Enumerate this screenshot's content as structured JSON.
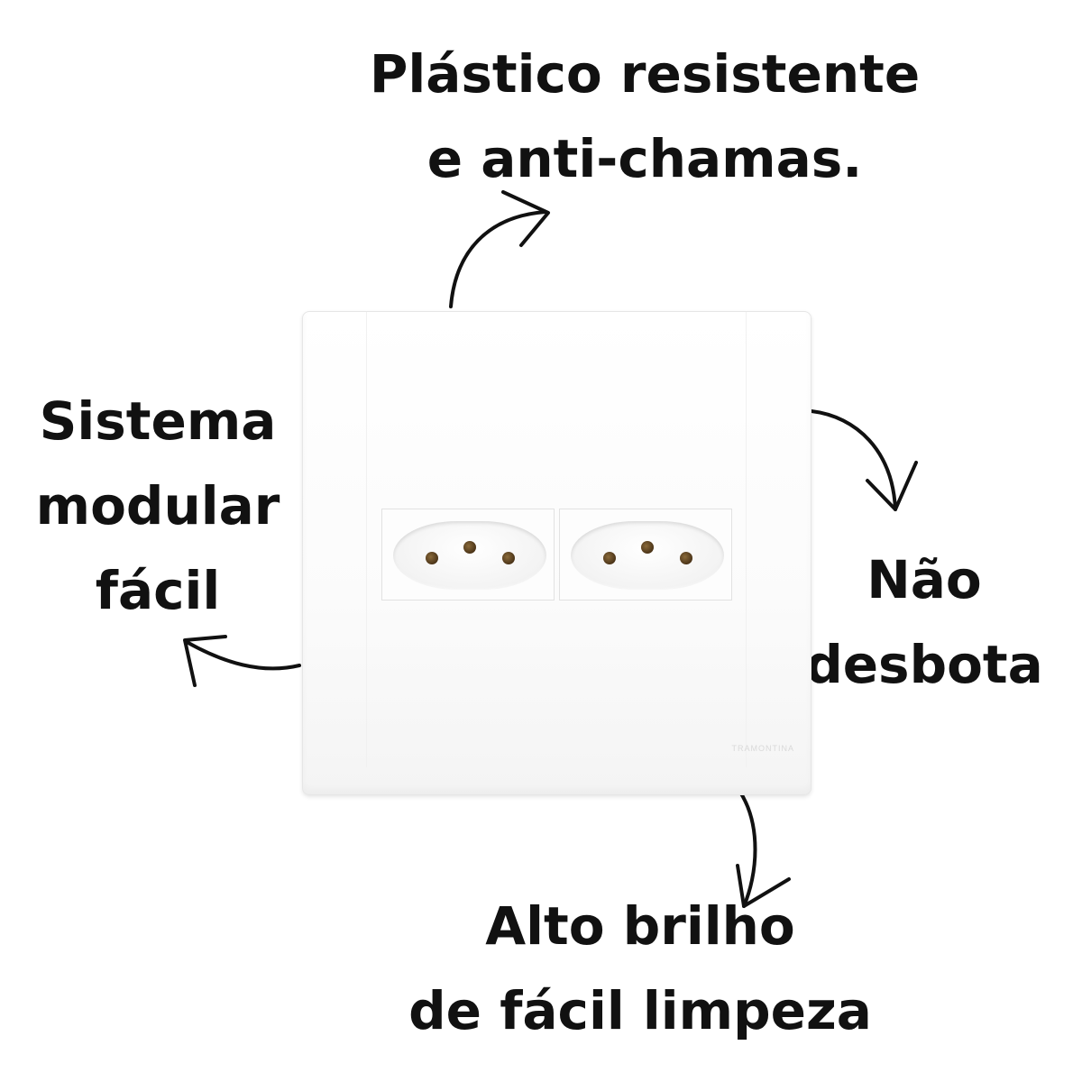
{
  "captions": {
    "top": [
      "Plástico resistente",
      "e anti-chamas."
    ],
    "left": [
      "Sistema",
      "modular",
      "fácil"
    ],
    "right": [
      "Não",
      "desbota"
    ],
    "bottom": [
      "Alto brilho",
      "de fácil limpeza"
    ]
  },
  "product": {
    "brand": "TRAMONTINA",
    "outlets": 2
  }
}
